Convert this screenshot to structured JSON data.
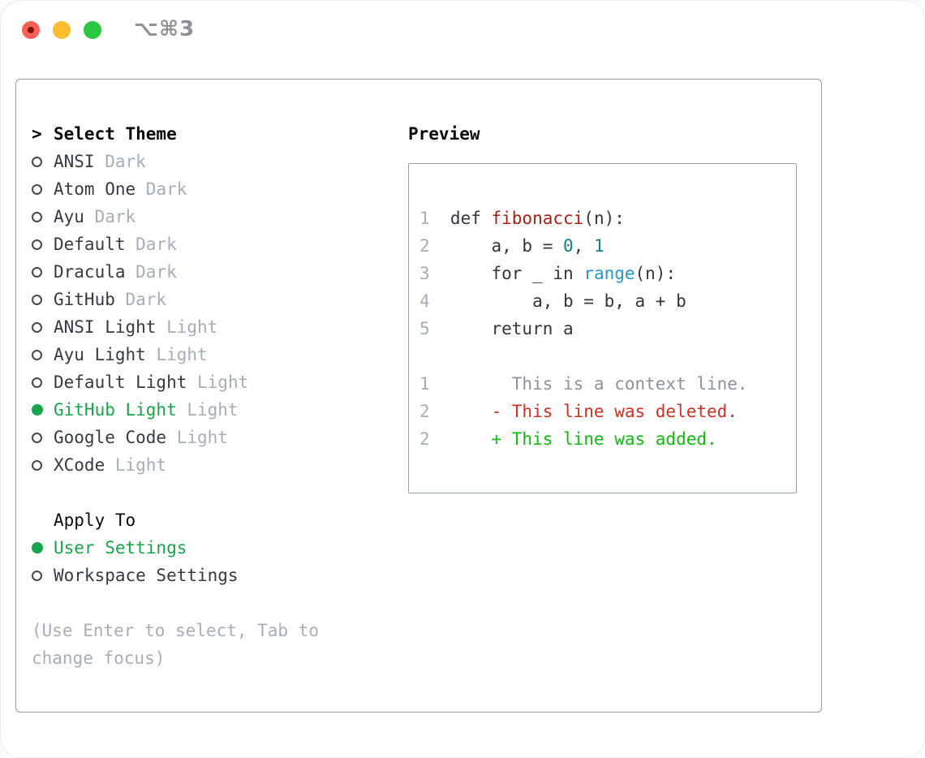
{
  "window": {
    "title": "⌥⌘3",
    "traffic_lights": [
      {
        "name": "close",
        "color": "#f95f57",
        "dot_color": "#7e130c"
      },
      {
        "name": "minimize",
        "color": "#fcbd2f"
      },
      {
        "name": "zoom",
        "color": "#2bc83f"
      }
    ]
  },
  "theme_panel": {
    "header": {
      "marker": ">",
      "label": "Select Theme"
    },
    "themes": [
      {
        "name": "ANSI",
        "variant": "Dark",
        "selected": false
      },
      {
        "name": "Atom One",
        "variant": "Dark",
        "selected": false
      },
      {
        "name": "Ayu",
        "variant": "Dark",
        "selected": false
      },
      {
        "name": "Default",
        "variant": "Dark",
        "selected": false
      },
      {
        "name": "Dracula",
        "variant": "Dark",
        "selected": false
      },
      {
        "name": "GitHub",
        "variant": "Dark",
        "selected": false
      },
      {
        "name": "ANSI Light",
        "variant": "Light",
        "selected": false
      },
      {
        "name": "Ayu Light",
        "variant": "Light",
        "selected": false
      },
      {
        "name": "Default Light",
        "variant": "Light",
        "selected": false
      },
      {
        "name": "GitHub Light",
        "variant": "Light",
        "selected": true
      },
      {
        "name": "Google Code",
        "variant": "Light",
        "selected": false
      },
      {
        "name": "XCode",
        "variant": "Light",
        "selected": false
      }
    ],
    "apply_to": {
      "label": "Apply To",
      "options": [
        {
          "label": "User Settings",
          "selected": true
        },
        {
          "label": "Workspace Settings",
          "selected": false
        }
      ]
    },
    "help_lines": [
      "(Use Enter to select, Tab to",
      "change focus)"
    ]
  },
  "preview": {
    "title": "Preview",
    "code_lines": [
      {
        "num": "1",
        "segments": [
          {
            "t": "def ",
            "c": "code"
          },
          {
            "t": "fibonacci",
            "c": "func"
          },
          {
            "t": "(n):",
            "c": "code"
          }
        ]
      },
      {
        "num": "2",
        "segments": [
          {
            "t": "    a, b = ",
            "c": "code"
          },
          {
            "t": "0",
            "c": "number"
          },
          {
            "t": ", ",
            "c": "code"
          },
          {
            "t": "1",
            "c": "number"
          }
        ]
      },
      {
        "num": "3",
        "segments": [
          {
            "t": "    for _ in ",
            "c": "code"
          },
          {
            "t": "range",
            "c": "builtin"
          },
          {
            "t": "(n):",
            "c": "code"
          }
        ]
      },
      {
        "num": "4",
        "segments": [
          {
            "t": "        a, b = b, a + b",
            "c": "code"
          }
        ]
      },
      {
        "num": "5",
        "segments": [
          {
            "t": "    return a",
            "c": "code"
          }
        ]
      },
      {
        "num": "",
        "segments": []
      },
      {
        "num": "1",
        "segments": [
          {
            "t": "      This is a context line.",
            "c": "context"
          }
        ]
      },
      {
        "num": "2",
        "segments": [
          {
            "t": "    - This line was deleted.",
            "c": "deleted"
          }
        ]
      },
      {
        "num": "2",
        "segments": [
          {
            "t": "    + This line was added.",
            "c": "added"
          }
        ]
      }
    ]
  },
  "colors": {
    "selection_green": "#16a54a",
    "added_green": "#0fbc0f",
    "deleted_red": "#cf3123",
    "function_red": "#a81f13",
    "number_teal": "#107e84",
    "builtin_blue": "#2497cf",
    "muted_gray": "#a6aeb8",
    "panel_border": "#97a1ac",
    "text_dark": "#343b42"
  }
}
